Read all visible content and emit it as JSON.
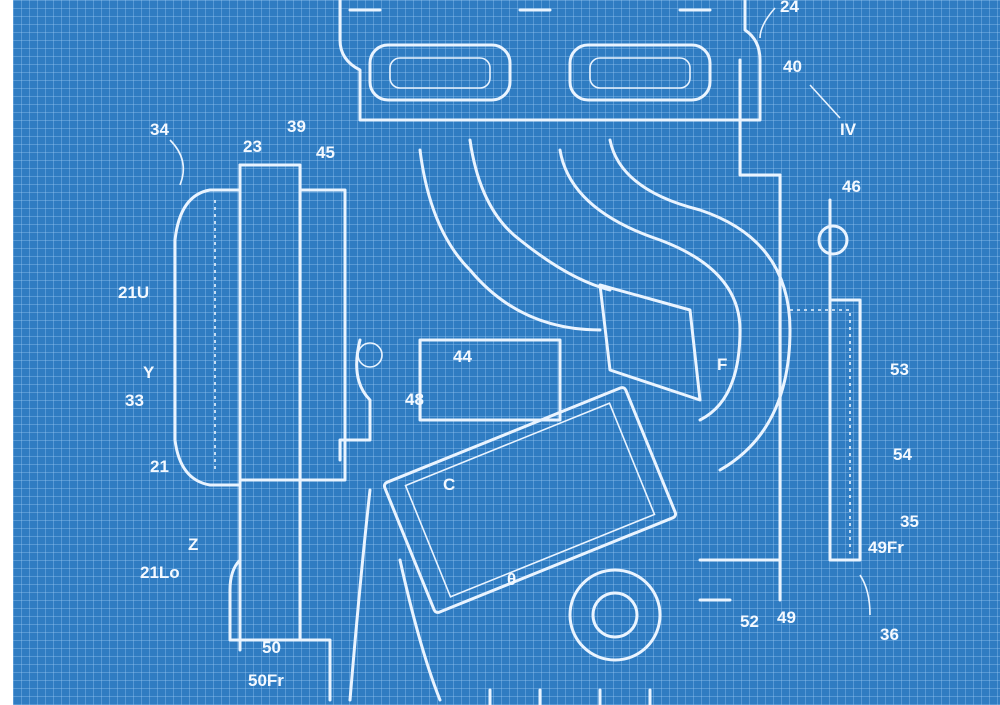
{
  "drawing": {
    "labels": [
      "24",
      "40",
      "IV",
      "34",
      "23",
      "39",
      "45",
      "46",
      "21U",
      "Y",
      "33",
      "21",
      "44",
      "48",
      "F",
      "53",
      "54",
      "C",
      "θ",
      "Z",
      "21Lo",
      "35",
      "49Fr",
      "50",
      "50Fr",
      "52",
      "49",
      "36"
    ]
  },
  "colors": {
    "background": "#2f7cc2",
    "line": "#eaf4ff"
  }
}
